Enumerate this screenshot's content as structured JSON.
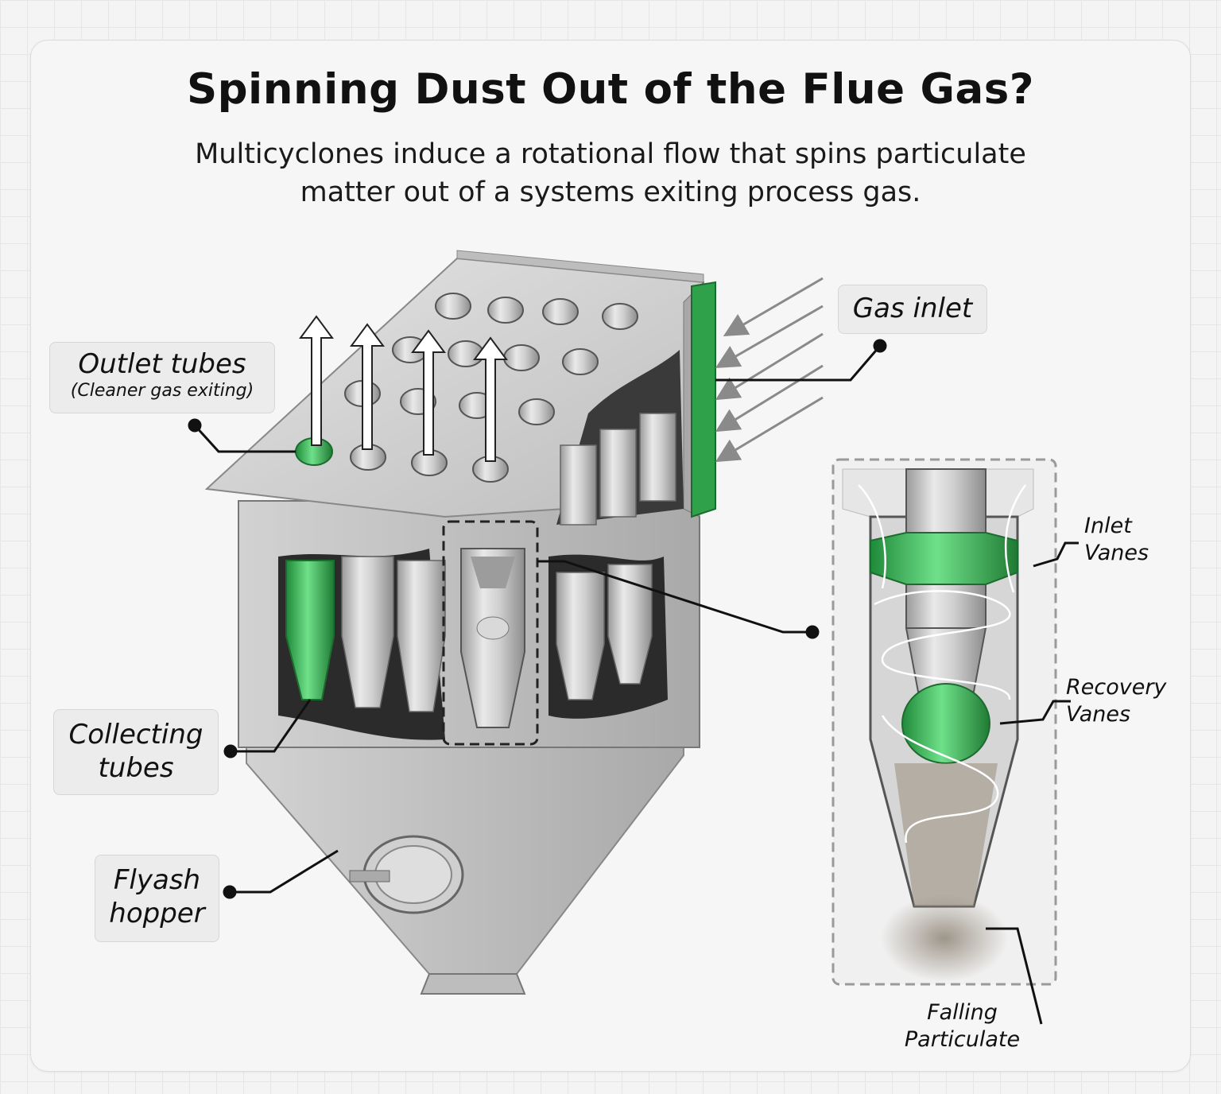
{
  "header": {
    "title": "Spinning Dust Out of the Flue Gas?",
    "subtitle_line1": "Multicyclones induce a rotational flow that spins particulate",
    "subtitle_line2": "matter out of a systems exiting process gas."
  },
  "labels": {
    "outlet_tubes": "Outlet tubes",
    "outlet_tubes_note": "(Cleaner gas exiting)",
    "gas_inlet": "Gas inlet",
    "collecting_tubes_line1": "Collecting",
    "collecting_tubes_line2": "tubes",
    "flyash_hopper_line1": "Flyash",
    "flyash_hopper_line2": "hopper"
  },
  "detail_labels": {
    "inlet_vanes_line1": "Inlet",
    "inlet_vanes_line2": "Vanes",
    "recovery_vanes_line1": "Recovery",
    "recovery_vanes_line2": "Vanes",
    "falling_particulate_line1": "Falling",
    "falling_particulate_line2": "Particulate"
  },
  "colors": {
    "accent_green": "#3fbf5c",
    "steel": "#c8c8c8",
    "text": "#111111"
  }
}
